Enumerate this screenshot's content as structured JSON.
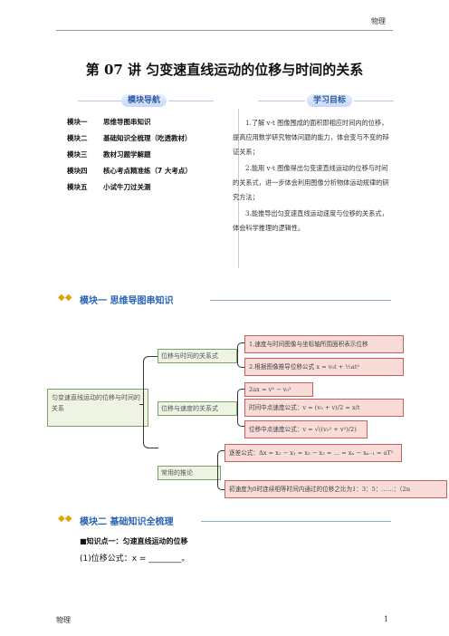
{
  "header": {
    "subject": "物理"
  },
  "title": "第 07 讲  匀变速直线运动的位移与时间的关系",
  "nav": {
    "heading": "模块导航",
    "items": [
      {
        "k": "模块一",
        "v": "思维导图串知识"
      },
      {
        "k": "模块二",
        "v": "基础知识全梳理（吃透教材）"
      },
      {
        "k": "模块三",
        "v": "教材习题学解题"
      },
      {
        "k": "模块四",
        "v": "核心考点精准练（7 大考点）"
      },
      {
        "k": "模块五",
        "v": "小试牛刀过关测"
      }
    ]
  },
  "goals": {
    "heading": "学习目标",
    "items": [
      "1.了解 v-t 图像围成的面积即相应时间内的位移，提高应用数学研究物体问题的能力，体会变与不变的辩证关系；",
      "2.能用 v-t 图像得出匀变速直线运动的位移与时间的关系式，进一步体会利用图像分析物体运动规律的研究方法；",
      "3.能推导出匀变速直线运动速度与位移的关系式，体会科学推理的逻辑性。"
    ]
  },
  "section1": {
    "title": "模块一  思维导图串知识"
  },
  "mindmap": {
    "root": "匀变速直线运动的位移与时间的关系",
    "b1": "位移与时间的关系式",
    "b2": "位移与速度的关系式",
    "b3": "常用的推论",
    "l1a": "1.速度与时间图像与坐标轴所围面积表示位移",
    "l1b": "2.根据图像推导位移公式 x = v₀t + ½at²",
    "l2a": "2ax = v² − v₀²",
    "l2b": "时间中点速度公式：v = (v₀ + v)/2 = x/t",
    "l2c": "位移中点速度公式：v = √((v₀² + v²)/2)",
    "l3a": "逐差公式：Δx = x₂ − x₁ = x₃ − x₂ = … = xₙ − xₙ₋₁ = aT²",
    "l3b": "初速度为0时连续相等时间内通过的位移之比为1：3：5：……：（2n"
  },
  "section2": {
    "title": "模块二  基础知识全梳理"
  },
  "kp1": {
    "title": "■知识点一：匀速直线运动的位移",
    "formula": "(1)位移公式：x = ________。"
  },
  "footer": {
    "left": "物理",
    "page": "1"
  }
}
